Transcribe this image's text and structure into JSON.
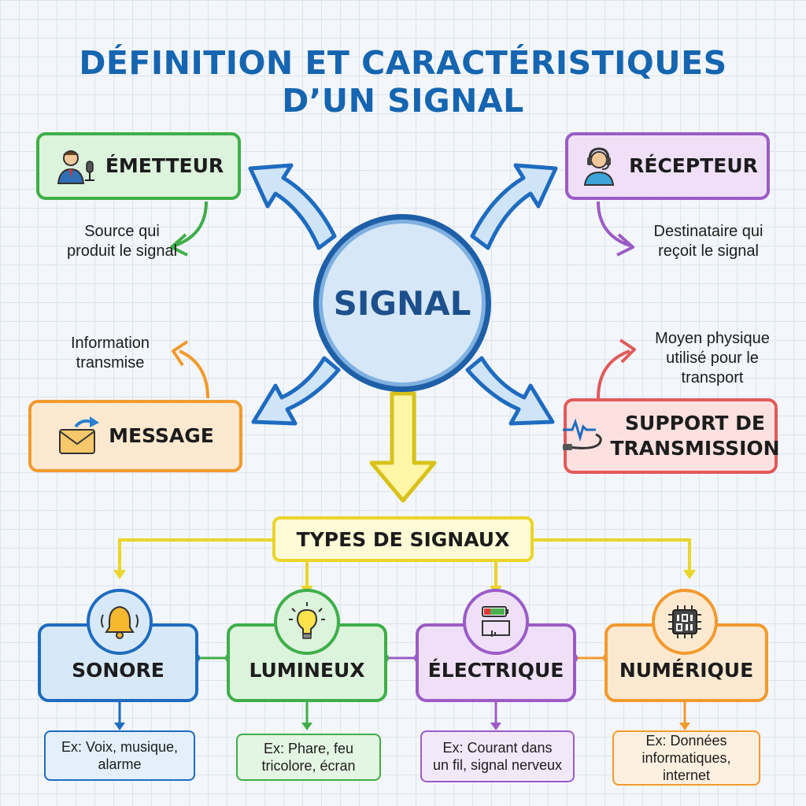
{
  "title": {
    "line1": "DÉFINITION ET CARACTÉRISTIQUES",
    "line2": "D’UN SIGNAL"
  },
  "center": {
    "label": "SIGNAL"
  },
  "colors": {
    "blue": "#1e6bc0",
    "green": "#3fae4a",
    "purple": "#9b5cc6",
    "orange": "#f29a2e",
    "red": "#e05a5a",
    "yellow": "#ead52a"
  },
  "nodes": {
    "emetteur": {
      "label": "ÉMETTEUR",
      "icon": "person-microphone-icon",
      "note": [
        "Source qui",
        "produit le signal"
      ]
    },
    "recepteur": {
      "label": "RÉCEPTEUR",
      "icon": "person-headset-icon",
      "note": [
        "Destinataire qui",
        "reçoit le signal"
      ]
    },
    "message": {
      "label": "MESSAGE",
      "icon": "envelope-icon",
      "note": [
        "Information",
        "transmise"
      ]
    },
    "support": {
      "label_line1": "SUPPORT DE",
      "label_line2": "TRANSMISSION",
      "icon": "cable-wave-icon",
      "note": [
        "Moyen physique",
        "utilisé pour le",
        "transport"
      ]
    }
  },
  "types": {
    "title": "TYPES DE SIGNAUX",
    "items": [
      {
        "label": "SONORE",
        "icon": "bell-icon",
        "example": [
          "Ex: Voix, musique,",
          "alarme"
        ]
      },
      {
        "label": "LUMINEUX",
        "icon": "lightbulb-icon",
        "example": [
          "Ex: Phare, feu",
          "tricolore, écran"
        ]
      },
      {
        "label": "ÉLECTRIQUE",
        "icon": "battery-circuit-icon",
        "example": [
          "Ex: Courant dans",
          "un fil, signal nerveux"
        ]
      },
      {
        "label": "NUMÉRIQUE",
        "icon": "chip-binary-icon",
        "example": [
          "Ex: Données",
          "informatiques,",
          "internet"
        ]
      }
    ]
  }
}
